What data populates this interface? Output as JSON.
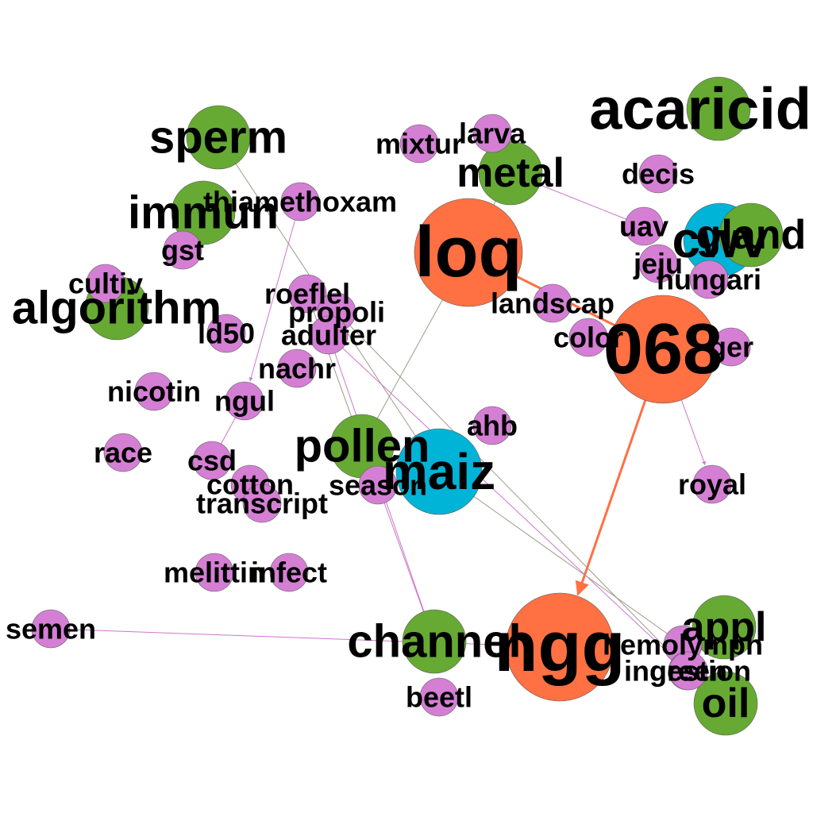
{
  "colors": {
    "orange": "#ff7043",
    "blue": "#00b4d8",
    "green": "#66aa33",
    "violet": "#d47fd4",
    "edge_gray": "#a09a8a",
    "edge_violet": "#cc77cc",
    "edge_orange": "#ff7043"
  },
  "nodes": [
    {
      "id": "acaricid",
      "label": "acaricid",
      "group": "green"
    },
    {
      "id": "sperm",
      "label": "sperm",
      "group": "green"
    },
    {
      "id": "immun",
      "label": "immun",
      "group": "green"
    },
    {
      "id": "algorithm",
      "label": "algorithm",
      "group": "green"
    },
    {
      "id": "metal",
      "label": "metal",
      "group": "green"
    },
    {
      "id": "pollen",
      "label": "pollen",
      "group": "green"
    },
    {
      "id": "channel",
      "label": "channel",
      "group": "green"
    },
    {
      "id": "appl",
      "label": "appl",
      "group": "green"
    },
    {
      "id": "oil",
      "label": "oil",
      "group": "green"
    },
    {
      "id": "gland",
      "label": "gland",
      "group": "green"
    },
    {
      "id": "loq",
      "label": "loq",
      "group": "orange"
    },
    {
      "id": "n068",
      "label": "068",
      "group": "orange"
    },
    {
      "id": "ngg",
      "label": "ngg",
      "group": "orange"
    },
    {
      "id": "cwv",
      "label": "cwv",
      "group": "blue"
    },
    {
      "id": "maiz",
      "label": "maiz",
      "group": "blue"
    },
    {
      "id": "mixtur",
      "label": "mixtur",
      "group": "violet"
    },
    {
      "id": "larva",
      "label": "larva",
      "group": "violet"
    },
    {
      "id": "decis",
      "label": "decis",
      "group": "violet"
    },
    {
      "id": "thiamethoxam",
      "label": "thiamethoxam",
      "group": "violet"
    },
    {
      "id": "gst",
      "label": "gst",
      "group": "violet"
    },
    {
      "id": "cultiv",
      "label": "cultiv",
      "group": "violet"
    },
    {
      "id": "uav",
      "label": "uav",
      "group": "violet"
    },
    {
      "id": "jeju",
      "label": "jeju",
      "group": "violet"
    },
    {
      "id": "hungari",
      "label": "hungari",
      "group": "violet"
    },
    {
      "id": "roeflel",
      "label": "roeflel",
      "group": "violet"
    },
    {
      "id": "propoli",
      "label": "propoli",
      "group": "violet"
    },
    {
      "id": "landscap",
      "label": "landscap",
      "group": "violet"
    },
    {
      "id": "ld50",
      "label": "ld50",
      "group": "violet"
    },
    {
      "id": "adulter",
      "label": "adulter",
      "group": "violet"
    },
    {
      "id": "color",
      "label": "color",
      "group": "violet"
    },
    {
      "id": "ger",
      "label": "ger",
      "group": "violet"
    },
    {
      "id": "nachr",
      "label": "nachr",
      "group": "violet"
    },
    {
      "id": "nicotin",
      "label": "nicotin",
      "group": "violet"
    },
    {
      "id": "ngul",
      "label": "ngul",
      "group": "violet"
    },
    {
      "id": "ahb",
      "label": "ahb",
      "group": "violet"
    },
    {
      "id": "race",
      "label": "race",
      "group": "violet"
    },
    {
      "id": "csd",
      "label": "csd",
      "group": "violet"
    },
    {
      "id": "cotton",
      "label": "cotton",
      "group": "violet"
    },
    {
      "id": "season",
      "label": "season",
      "group": "violet"
    },
    {
      "id": "royal",
      "label": "royal",
      "group": "violet"
    },
    {
      "id": "transcript",
      "label": "transcript",
      "group": "violet"
    },
    {
      "id": "melittin",
      "label": "melittin",
      "group": "violet"
    },
    {
      "id": "infect",
      "label": "infect",
      "group": "violet"
    },
    {
      "id": "semen",
      "label": "semen",
      "group": "violet"
    },
    {
      "id": "hemolymph",
      "label": "hemolymph",
      "group": "violet"
    },
    {
      "id": "ingestion",
      "label": "ingestion",
      "group": "violet"
    },
    {
      "id": "green",
      "label": "green",
      "group": "violet"
    },
    {
      "id": "beetl",
      "label": "beetl",
      "group": "violet"
    }
  ],
  "edges": [
    {
      "from": "loq",
      "to": "n068",
      "style": "orange"
    },
    {
      "from": "n068",
      "to": "ngg",
      "style": "orange",
      "arrow": true
    },
    {
      "from": "n068",
      "to": "royal",
      "style": "violet",
      "arrow": true
    },
    {
      "from": "metal",
      "to": "uav",
      "style": "violet"
    },
    {
      "from": "thiamethoxam",
      "to": "ngul",
      "style": "violet",
      "arrow": true
    },
    {
      "from": "sperm",
      "to": "maiz",
      "style": "gray"
    },
    {
      "from": "adulter",
      "to": "ingestion",
      "style": "violet"
    },
    {
      "from": "adulter",
      "to": "channel",
      "style": "violet"
    },
    {
      "from": "propoli",
      "to": "green",
      "style": "gray"
    },
    {
      "from": "loq",
      "to": "pollen",
      "style": "gray"
    },
    {
      "from": "semen",
      "to": "ngg",
      "style": "violet"
    },
    {
      "from": "season",
      "to": "channel",
      "style": "violet"
    },
    {
      "from": "maiz",
      "to": "hemolymph",
      "style": "gray"
    },
    {
      "from": "ngul",
      "to": "csd",
      "style": "violet"
    },
    {
      "from": "metal",
      "to": "loq",
      "style": "gray"
    },
    {
      "from": "roeflel",
      "to": "pollen",
      "style": "gray"
    }
  ]
}
